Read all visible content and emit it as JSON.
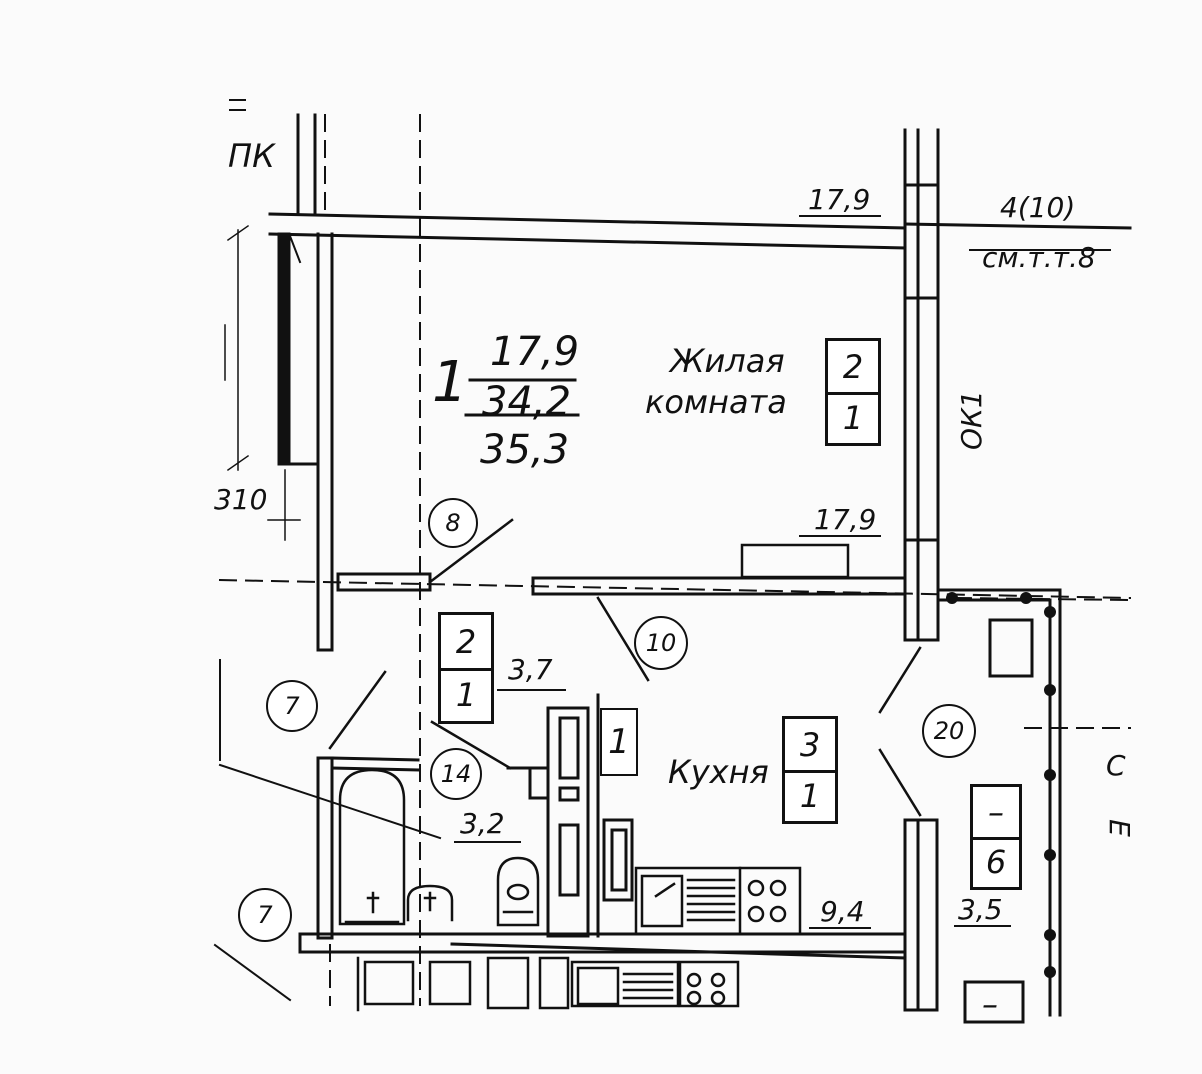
{
  "marks": {
    "pk": "ПК",
    "dim_310": "310",
    "ok1": "ОК1",
    "top_right_index": "4(10)",
    "top_right_ref": "см.т.т.8",
    "top_right_cut": "С",
    "right_edge_cut": "Е"
  },
  "room_main": {
    "number": "1",
    "living_area": "17,9",
    "useful_area": "34,2",
    "total_area": "35,3",
    "name_line1": "Жилая",
    "name_line2": "комната",
    "type_top": "2",
    "type_bottom": "1",
    "area_top": "17,9",
    "area_window": "17,9"
  },
  "hall": {
    "type_top": "2",
    "type_bottom": "1",
    "area": "3,7"
  },
  "bathroom": {
    "area": "3,2"
  },
  "kitchen": {
    "name": "Кухня",
    "type_top": "3",
    "type_bottom": "1",
    "area": "9,4",
    "tag": "1"
  },
  "loggia": {
    "type_top": "–",
    "type_bottom": "6",
    "area": "3,5",
    "type_top_next": "–"
  },
  "markers": {
    "m8": "8",
    "m10": "10",
    "m7a": "7",
    "m14": "14",
    "m7b": "7",
    "m20": "20"
  }
}
